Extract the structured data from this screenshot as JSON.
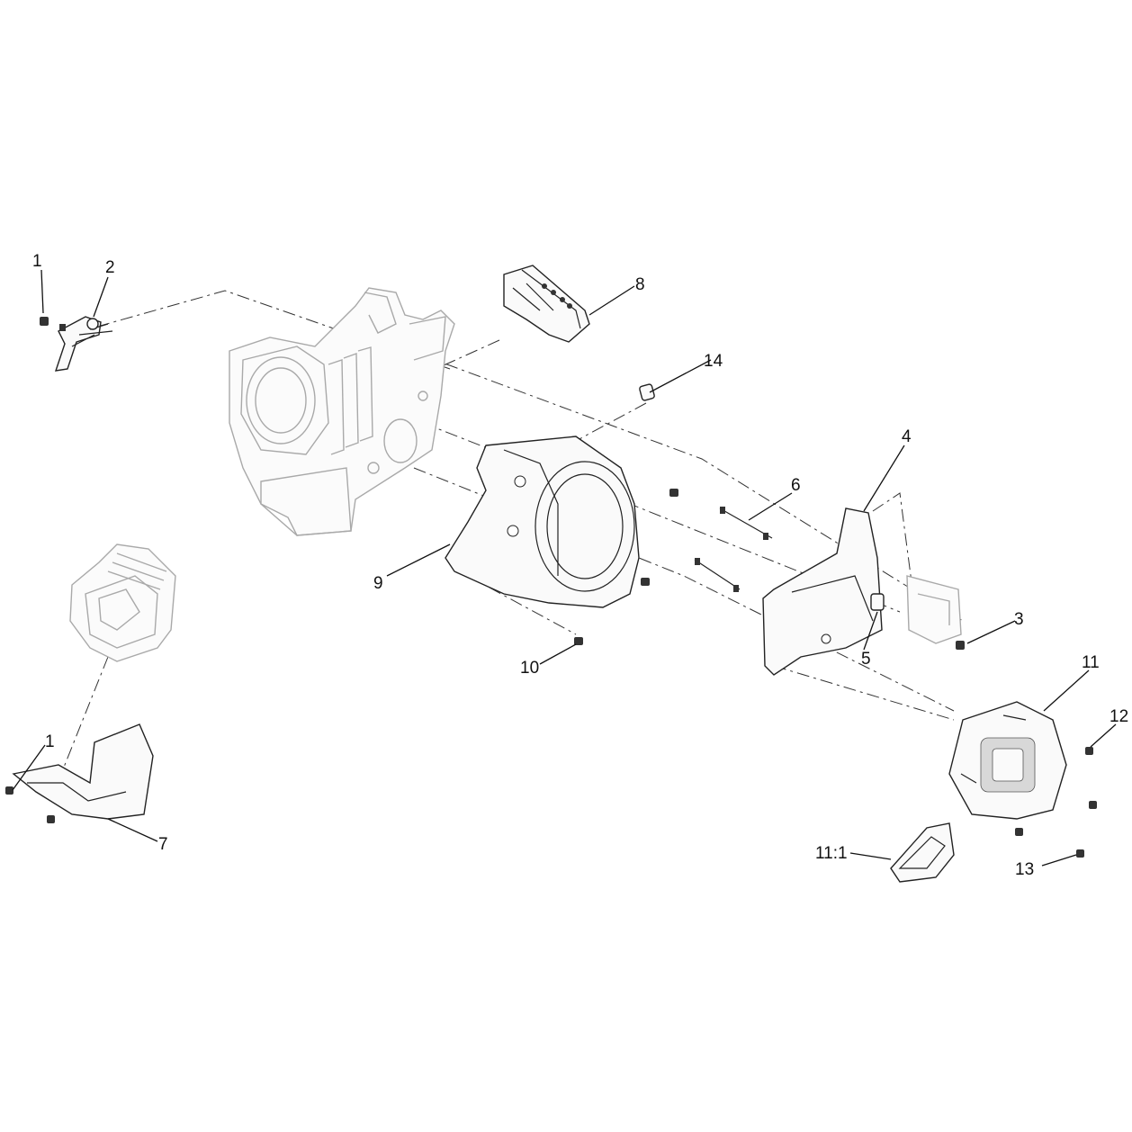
{
  "callouts": {
    "c1a": "1",
    "c2": "2",
    "c8": "8",
    "c14": "14",
    "c4": "4",
    "c6": "6",
    "c9": "9",
    "c3": "3",
    "c5": "5",
    "c10": "10",
    "c11": "11",
    "c12": "12",
    "c1b": "1",
    "c7": "7",
    "c11_1": "11:1",
    "c13": "13"
  }
}
